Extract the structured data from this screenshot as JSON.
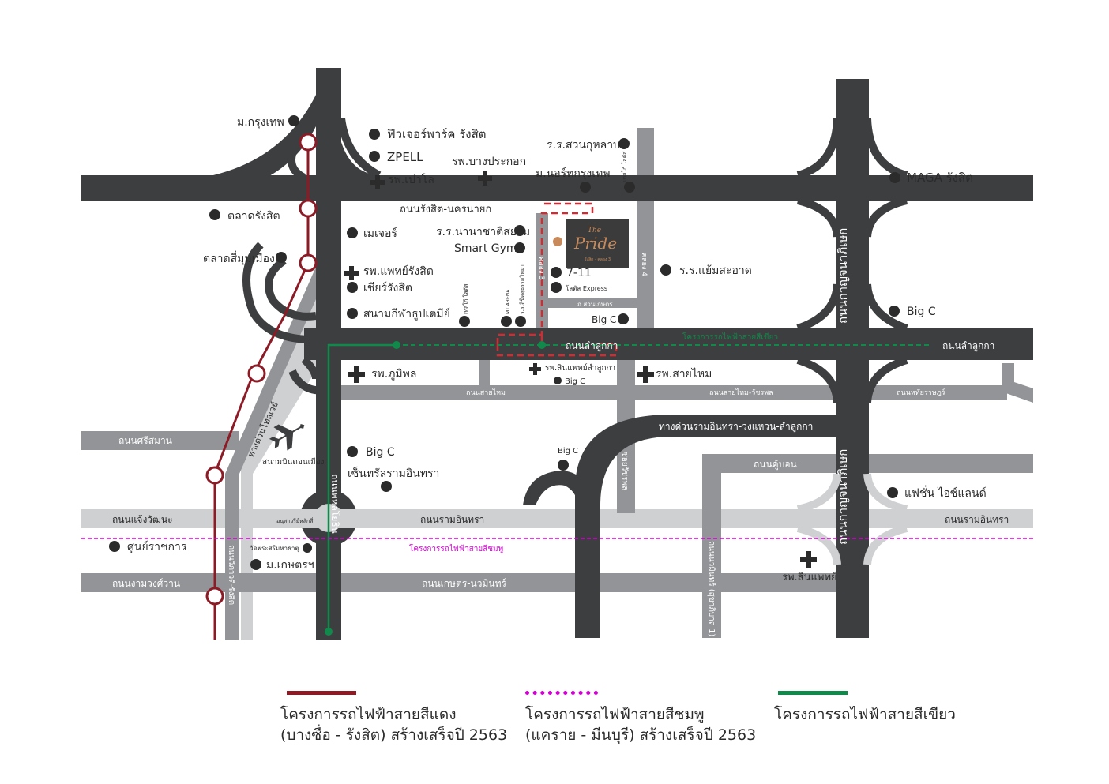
{
  "colors": {
    "road_dark": "#3d3e40",
    "road_mid": "#929497",
    "road_light": "#cfd0d2",
    "red_line": "#8c1b26",
    "pink_line": "#d300d3",
    "green_line": "#10894a",
    "route_red": "#d42a32",
    "pride_bg": "#3b3b3c",
    "pride_gold": "#c88a5a"
  },
  "roads": {
    "rangsit_nakhon_nayok": "ถนนรังสิต-นครนายก",
    "lam_luk_ka": "ถนนลำลูกกา",
    "lam_luk_ka_right": "ถนนลำลูกกา",
    "phahonyothin": "ถนนพหลโยธิน",
    "vibhavadi": "ถนนวิภาวดี-รังสิต",
    "tollway": "ทางด่วนโทลเวย์",
    "kanchanaphisek_top": "ถนนกาญจนาภิเษก",
    "kanchanaphisek_bottom": "ถนนกาญจนาภิเษก",
    "si_saman": "ถนนศรีสมาน",
    "chaeng_watthana": "ถนนแจ้งวัฒนะ",
    "ram_inthra": "ถนนรามอินทรา",
    "ram_inthra_right": "ถนนรามอินทรา",
    "ngam_wong_wan": "ถนนงามวงศ์วาน",
    "kaset_nawamin": "ถนนเกษตร-นวมินทร์",
    "sai_mai": "ถนนสายไหม",
    "sai_mai_watcharaphon": "ถนนสายไหม-วัชรพล",
    "hathai_rat": "ถนนหทัยราษฎร์",
    "khu_bon": "ถนนคู้บอน",
    "expressway": "ทางด่วนรามอินทรา-วงแหวน-ลำลูกกา",
    "nawamin": "ถนนนวมินทร์ (สุขาภิบาล 1)",
    "soi_watcharaphon": "ซอยวัชรพล",
    "khlong_3": "คลอง 3",
    "khlong_4": "คลอง 4",
    "suan_kaset": "ถ.สวนเกษตร",
    "anusawari": "อนุสาวรีย์หลักสี่"
  },
  "landmarks": {
    "bangkok_univ": "ม.กรุงเทพ",
    "future_park": "ฟิวเจอร์พาร์ค รังสิต",
    "zpell": "ZPELL",
    "paolo": "รพ.เปาโล",
    "bangprakok": "รพ.บางประกอก",
    "suan_kularb": "ร.ร.สวนกุหลาบ",
    "north_bkk": "ม.นอร์ทกรุงเทพ",
    "lotus_small": "เทสโก้ โลตัส",
    "maga": "MAGA รังสิต",
    "talad_rangsit": "ตลาดรังสิต",
    "major": "เมเจอร์",
    "nanachat": "ร.ร.นานาชาติสยาม",
    "smart_gym": "Smart Gym",
    "talad_simummuang": "ตลาดสี่มุมเมือง",
    "paet_rangsit": "รพ.แพทย์รังสิต",
    "cheer_rangsit": "เชียร์รังสิต",
    "thupatemi": "สนามกีฬาธูปเตมีย์",
    "lotus_v": "เทสโก้ โลตัส",
    "mt_arena": "MT ARENA",
    "school_v": "ร.ร.ลิขิตสุธรรมวิทยา",
    "seven": "7-11",
    "lotus_express": "โลตัส Express",
    "yaem": "ร.ร.แย้มสะอาด",
    "bigc_lamlukka": "Big C",
    "bigc_right": "Big C",
    "bhumibol": "รพ.ภูมิพล",
    "sinpaet_lamlukka": "รพ.สินแพทย์ลำลูกกา",
    "bigc_small": "Big C",
    "sai_mai_hosp": "รพ.สายไหม",
    "don_mueang": "สนามบินดอนเมือง",
    "bigc_ram": "Big C",
    "central_ram": "เซ็นทรัลรามอินทรา",
    "bigc_mid": "Big C",
    "fashion_island": "แฟชั่น ไอซ์แลนด์",
    "govt_center": "ศูนย์ราชการ",
    "wat_phra_sri": "วัดพระศรีมหาธาตุ",
    "kaset_univ": "ม.เกษตรฯ",
    "sinpaet": "รพ.สินแพทย์"
  },
  "rail_labels": {
    "green_on_map": "โครงการรถไฟฟ้าสายสีเขียว",
    "pink_on_map": "โครงการรถไฟฟ้าสายสีชมพู"
  },
  "pride": {
    "title_line1": "The",
    "title_line2": "Pride",
    "subtitle": "รังสิต - คลอง 3"
  },
  "legend": [
    {
      "line1": "โครงการรถไฟฟ้าสายสีแดง",
      "line2": "(บางซื่อ - รังสิต) สร้างเสร็จปี 2563"
    },
    {
      "line1": "โครงการรถไฟฟ้าสายสีชมพู",
      "line2": "(แคราย - มีนบุรี) สร้างเสร็จปี 2563"
    },
    {
      "line1": "โครงการรถไฟฟ้าสายสีเขียว",
      "line2": ""
    }
  ]
}
